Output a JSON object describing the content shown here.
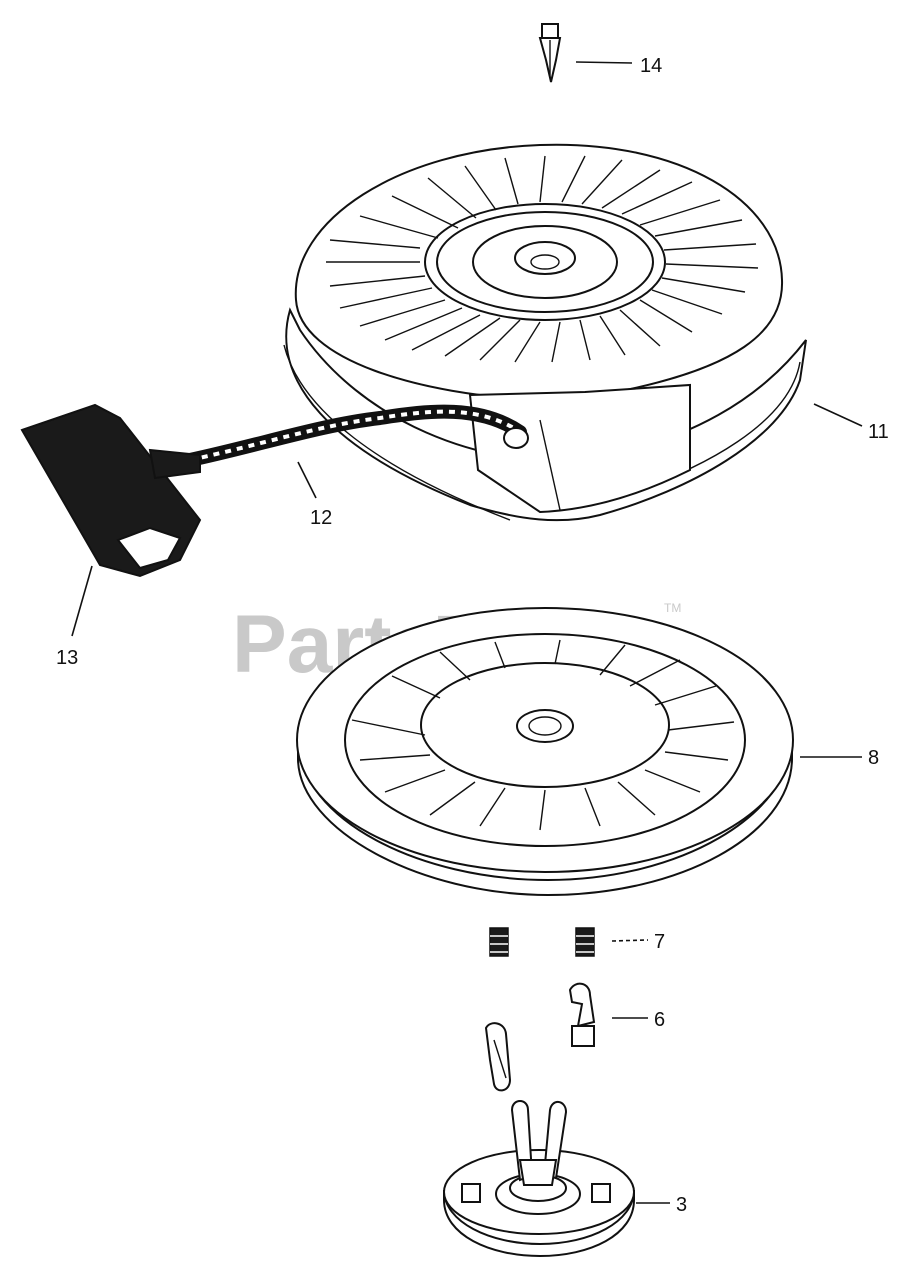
{
  "watermark": {
    "text": "PartsTree",
    "trademark": "TM"
  },
  "callouts": {
    "c14": "14",
    "c11": "11",
    "c12": "12",
    "c13": "13",
    "c8": "8",
    "c7": "7",
    "c6": "6",
    "c3": "3"
  },
  "colors": {
    "ink": "#111111",
    "watermark": "#c9c9c9",
    "background": "#ffffff"
  }
}
